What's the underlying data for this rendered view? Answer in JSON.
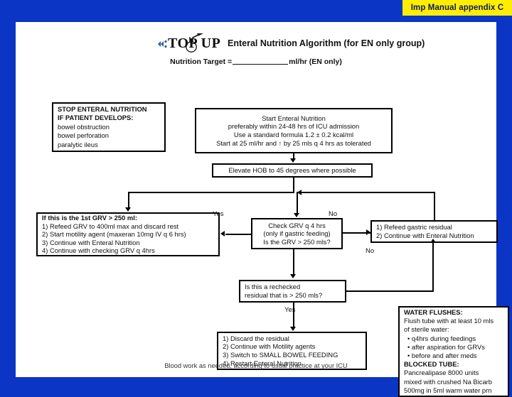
{
  "banner": {
    "label": "Imp Manual appendix C"
  },
  "header": {
    "logo_text": "TOP UP",
    "logo_icon": "flask-icon",
    "title": "Enteral Nutrition Algorithm (for EN only group)",
    "nutrition_target_prefix": "Nutrition Target =",
    "nutrition_target_suffix": "ml/hr   (EN only)"
  },
  "nodes": {
    "stop": {
      "name": "stop-enteral-nutrition-box",
      "lines": [
        "STOP ENTERAL NUTRITION",
        "IF PATIENT DEVELOPS:",
        "bowel obstruction",
        "bowel perforation",
        "paralytic ileus"
      ]
    },
    "start": {
      "name": "start-enteral-nutrition-box",
      "lines": [
        "Start Enteral Nutrition",
        "preferably within 24-48 hrs of ICU admission",
        "Use a standard formula 1.2 ± 0.2 kcal/ml",
        "Start at 25 ml/hr and ↑ by 25 mls q 4 hrs as tolerated"
      ]
    },
    "hob": {
      "name": "elevate-hob-box",
      "lines": [
        "Elevate HOB to 45 degrees where possible"
      ]
    },
    "first_grv": {
      "name": "first-grv-actions-box",
      "lines": [
        "If this is the 1st GRV > 250 ml:",
        "1) Refeed GRV to 400ml max and discard rest",
        "2) Start motility agent (maxeran 10mg IV q 6 hrs)",
        "3) Continue with Enteral Nutrition",
        "4) Continue with checking GRV q 4hrs"
      ]
    },
    "check_grv": {
      "name": "check-grv-decision-box",
      "lines": [
        "Check GRV q 4 hrs",
        "(only if gastric feeding)",
        "Is the GRV > 250 mls?"
      ]
    },
    "refeed": {
      "name": "refeed-gastric-residual-box",
      "lines": [
        "1) Refeed gastric residual",
        "2) Continue with Enteral Nutrition"
      ]
    },
    "recheck": {
      "name": "rechecked-residual-decision-box",
      "lines": [
        "Is this a rechecked",
        "residual that is > 250 mls?"
      ]
    },
    "discard": {
      "name": "discard-residual-actions-box",
      "lines": [
        "1) Discard the residual",
        "2) Continue with Motility agents",
        "3) Switch to SMALL BOWEL FEEDING",
        "4) Restart Enteral Nutrition"
      ]
    },
    "flush": {
      "name": "water-flushes-box",
      "lines": [
        "WATER FLUSHES:",
        "Flush tube with at least 10 mls",
        "of sterile water:",
        "•   q4hrs during feedings",
        "•   after aspiration for GRVs",
        "•   before and after meds",
        "BLOCKED TUBE:",
        "Pancrealipase 8000 units",
        "mixed with crushed Na Bicarb",
        "500mg in 5ml warm water prn"
      ]
    }
  },
  "branch_labels": {
    "check_yes": "Yes",
    "check_no": "No",
    "recheck_no": "No",
    "recheck_yes": "Yes"
  },
  "footer": {
    "note": "Blood work as needed, according to usual practice at your ICU"
  },
  "colors": {
    "background": "#0b35c4",
    "banner_bg": "#ffee00",
    "banner_text": "#0b1a66",
    "canvas": "#ffffff",
    "line": "#000000"
  }
}
